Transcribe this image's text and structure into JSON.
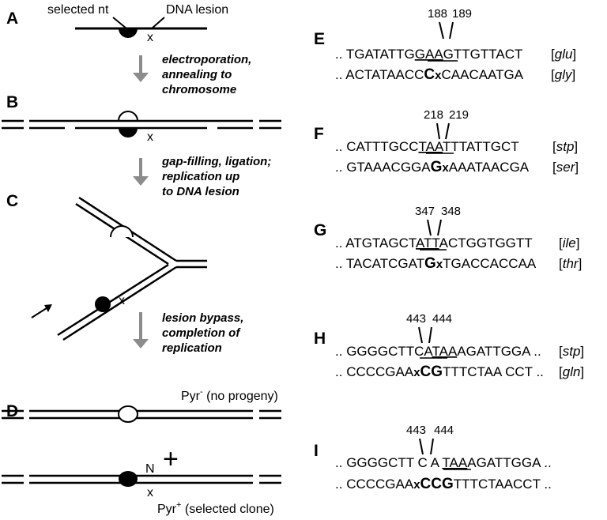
{
  "panels": {
    "A": {
      "letter": "A",
      "selected_label": "selected nt",
      "lesion_label": "DNA lesion",
      "lesion_mark": "x"
    },
    "B": {
      "letter": "B",
      "lesion_mark": "x"
    },
    "C": {
      "letter": "C",
      "lesion_mark": "x"
    },
    "D": {
      "letter": "D",
      "plus": "+",
      "pyr_minus": "Pyr",
      "pyr_minus_sup": "-",
      "pyr_minus_note": " (no progeny)",
      "n_mark": "N",
      "lesion_mark": "x",
      "pyr_plus": "Pyr",
      "pyr_plus_sup": "+",
      "pyr_plus_note": " (selected clone)"
    }
  },
  "steps": [
    {
      "lines": [
        "electroporation,",
        "annealing to",
        "chromosome"
      ]
    },
    {
      "lines": [
        "gap-filling, ligation;",
        "replication up",
        "to DNA lesion"
      ]
    },
    {
      "lines": [
        "lesion bypass,",
        "completion of",
        "replication"
      ]
    }
  ],
  "sequences": {
    "E": {
      "letter": "E",
      "pos1": "188",
      "pos2": "189",
      "top": {
        "dots": "..",
        "pre": "TGATATTG",
        "under": "GAA",
        "post": "GTTGTTACT",
        "open": "[",
        "aa": "glu",
        "close": "]"
      },
      "bottom": {
        "dots": "..",
        "pre": "ACTATAACC",
        "bold": "C",
        "x": "x",
        "post": "CAACAATGA",
        "open": "[",
        "aa": "gly",
        "close": "]"
      }
    },
    "F": {
      "letter": "F",
      "pos1": "218",
      "pos2": "219",
      "top": {
        "dots": "..",
        "pre": "CATTTGCC",
        "under": "TAA",
        "post": "TTTATTGCT",
        "open": "[",
        "aa": "stp",
        "close": "]"
      },
      "bottom": {
        "dots": "..",
        "pre": "GTAAACGGA",
        "bold": "G",
        "x": "x",
        "post": "AAATAACGA",
        "open": "[",
        "aa": "ser",
        "close": "]"
      }
    },
    "G": {
      "letter": "G",
      "pos1": "347",
      "pos2": "348",
      "top": {
        "dots": "..",
        "pre": "ATGTAGCT",
        "under": "ATT",
        "post": "ACTGGTGGTT",
        "open": "[",
        "aa": "ile",
        "close": "]"
      },
      "bottom": {
        "dots": "..",
        "pre": "TACATCGAT",
        "bold": "G",
        "x": "x",
        "post": "TGACCACCAA",
        "open": "[",
        "aa": "thr",
        "close": "]"
      }
    },
    "H": {
      "letter": "H",
      "pos1": "443",
      "pos2": "444",
      "top": {
        "dots": "..",
        "pre": "GGGGCTTCA",
        "under": "TAA",
        "post": "AGATTGGA",
        "dots2": "..",
        "open": "[",
        "aa": "stp",
        "close": "]"
      },
      "bottom": {
        "dots": "..",
        "pre": "CCCCGAA",
        "x": "x",
        "bold1": "C",
        "bold2": "G",
        "post": "TTTCTAA CCT",
        "dots2": "..",
        "open": "[",
        "aa": "gln",
        "close": "]"
      }
    },
    "I": {
      "letter": "I",
      "pos1": "443",
      "pos2": "444",
      "top": {
        "dots": "..",
        "pre": "GGGGCTT C A ",
        "under": "TAA",
        "post": "AGATTGGA",
        "dots2": ".."
      },
      "bottom": {
        "dots": "..",
        "pre": "CCCCGAA",
        "x": "x",
        "bold1": "C",
        "bold2": "C",
        "bold3": "G",
        "post": "TTTCTAACCT",
        "dots2": ".."
      }
    }
  }
}
